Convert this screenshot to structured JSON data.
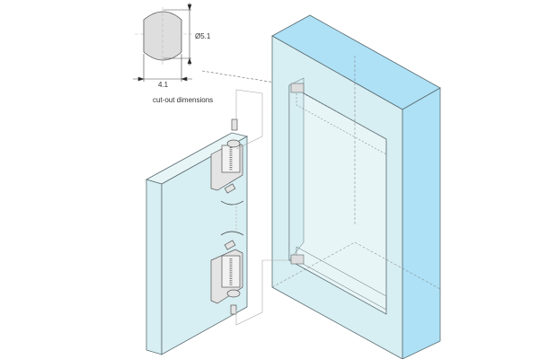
{
  "labels": {
    "diameter": "Ø5.1",
    "width": "4.1",
    "caption": "cut-out dimensions"
  },
  "colors": {
    "face_light": "#d7eef2",
    "face_blue": "#aee1f6",
    "outline": "#5a6b70",
    "hinge": "#e4e4e4"
  }
}
